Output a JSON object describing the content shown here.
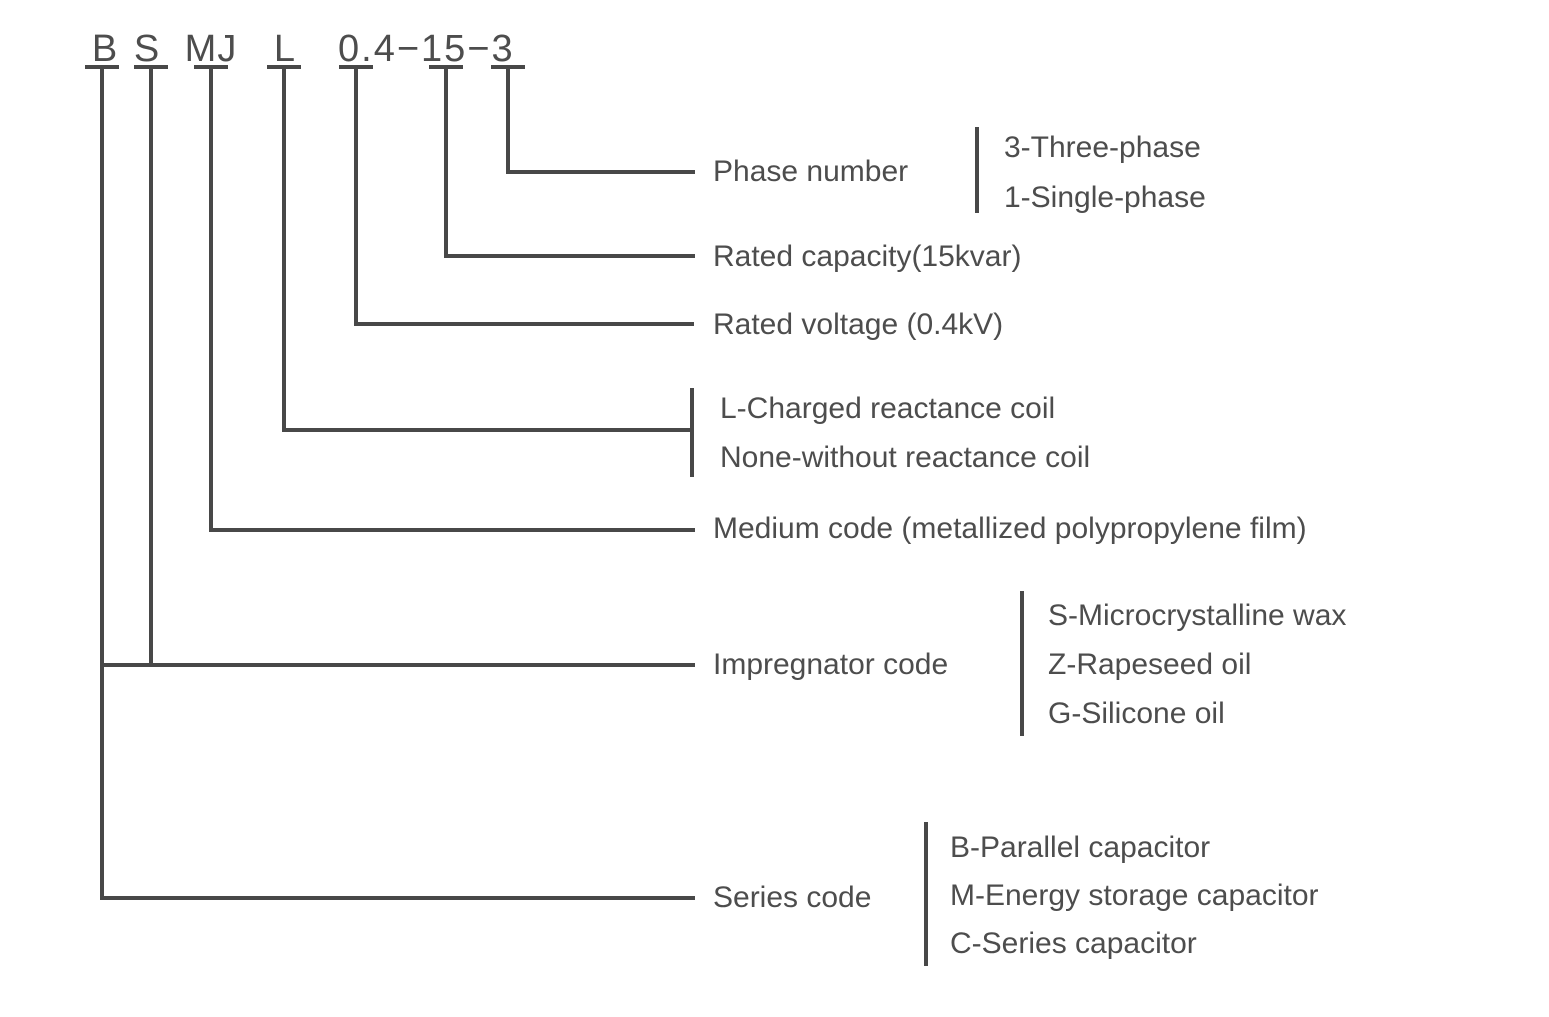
{
  "model_code": {
    "letters": [
      "B",
      "S",
      "MJ",
      "L"
    ],
    "numeric": "0.4−15−3"
  },
  "rows": {
    "phase": {
      "label": "Phase number",
      "options": [
        "3-Three-phase",
        "1-Single-phase"
      ]
    },
    "capacity": {
      "label": "Rated capacity(15kvar)"
    },
    "voltage": {
      "label": "Rated voltage (0.4kV)"
    },
    "reactance": {
      "options": [
        "L-Charged reactance coil",
        "None-without reactance coil"
      ]
    },
    "medium": {
      "label": "Medium code (metallized polypropylene film)"
    },
    "impregnator": {
      "label": "Impregnator code",
      "options": [
        "S-Microcrystalline wax",
        "Z-Rapeseed oil",
        "G-Silicone oil"
      ]
    },
    "series": {
      "label": "Series code",
      "options": [
        "B-Parallel capacitor",
        "M-Energy storage capacitor",
        "C-Series capacitor"
      ]
    }
  },
  "colors": {
    "text": "#4d4d4d",
    "line": "#484848",
    "background": "#ffffff"
  }
}
